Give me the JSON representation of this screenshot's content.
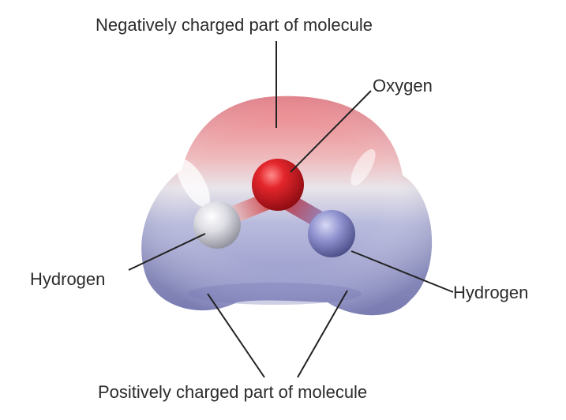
{
  "labels": {
    "negative_part": "Negatively charged part of molecule",
    "oxygen": "Oxygen",
    "hydrogen_left": "Hydrogen",
    "hydrogen_right": "Hydrogen",
    "positive_part": "Positively charged part of molecule"
  },
  "colors": {
    "negative_region": "#e8767a",
    "positive_region": "#8f91c6",
    "oxygen_atom": "#d8252b",
    "hydrogen_atom_left": "#d9d9e0",
    "hydrogen_atom_right": "#8d90cc",
    "leader_line": "#222222"
  }
}
